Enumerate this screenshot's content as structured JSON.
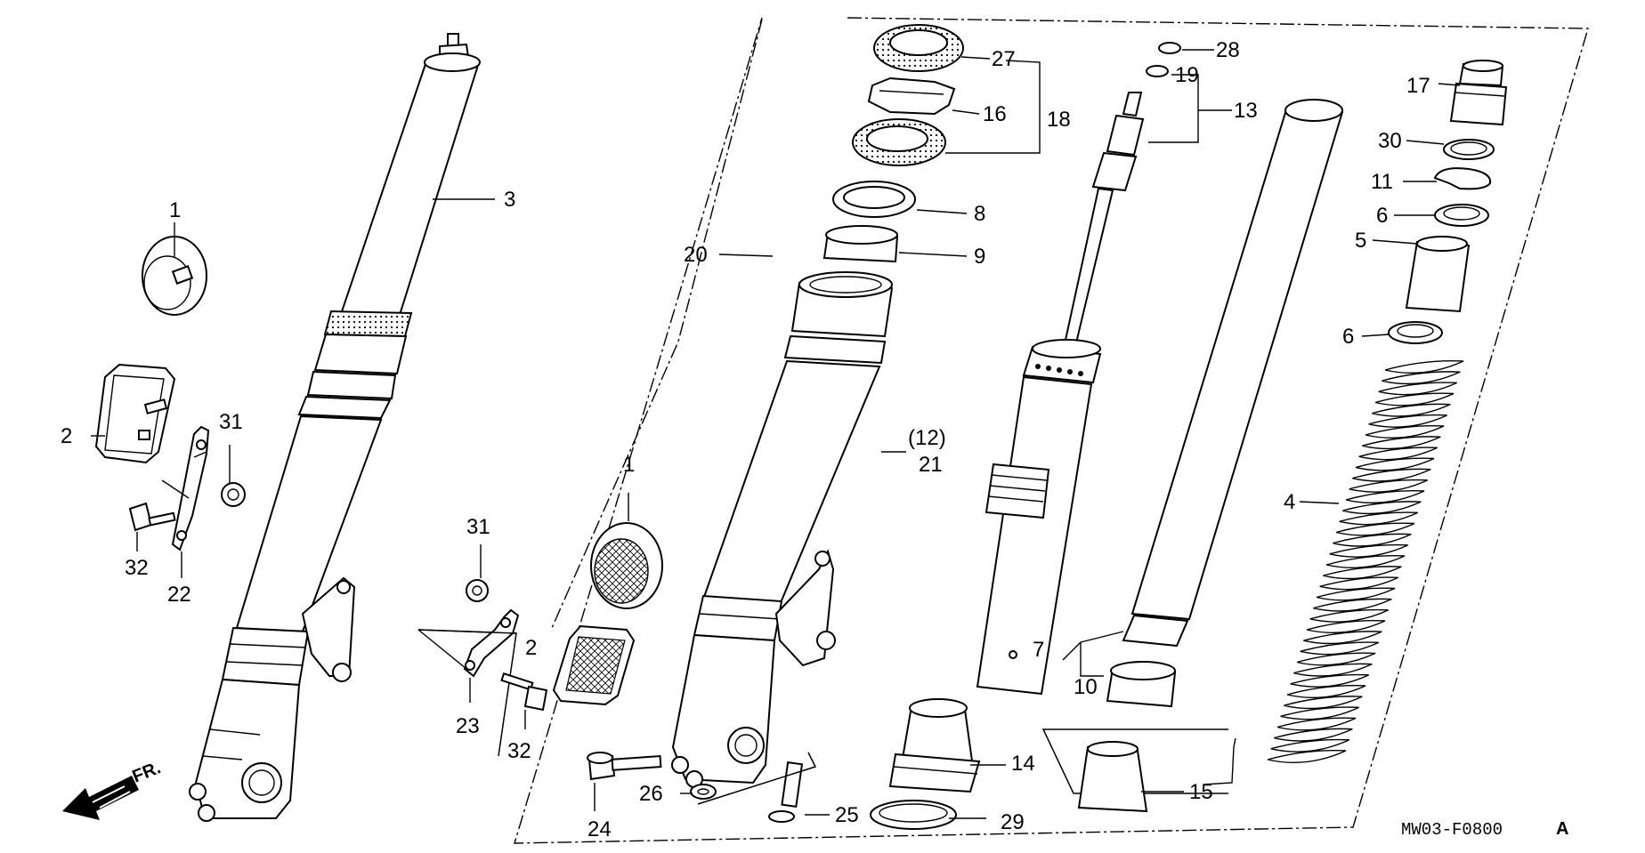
{
  "diagram": {
    "code": "MW03-F0800",
    "code_suffix": "A",
    "front_indicator": "FR.",
    "labels": {
      "p1_left": "1",
      "p1_mid": "1",
      "p2_left": "2",
      "p2_mid": "2",
      "p3": "3",
      "p4": "4",
      "p5": "5",
      "p6_upper": "6",
      "p6_lower": "6",
      "p7": "7",
      "p8": "8",
      "p9": "9",
      "p10": "10",
      "p11": "11",
      "p12": "(12)",
      "p13": "13",
      "p14": "14",
      "p15": "15",
      "p16": "16",
      "p17": "17",
      "p18": "18",
      "p19": "19",
      "p20": "20",
      "p21": "21",
      "p22": "22",
      "p23": "23",
      "p24": "24",
      "p25": "25",
      "p26": "26",
      "p27": "27",
      "p28": "28",
      "p29": "29",
      "p30": "30",
      "p31_left": "31",
      "p31_mid": "31",
      "p32_left": "32",
      "p32_mid": "32"
    }
  }
}
